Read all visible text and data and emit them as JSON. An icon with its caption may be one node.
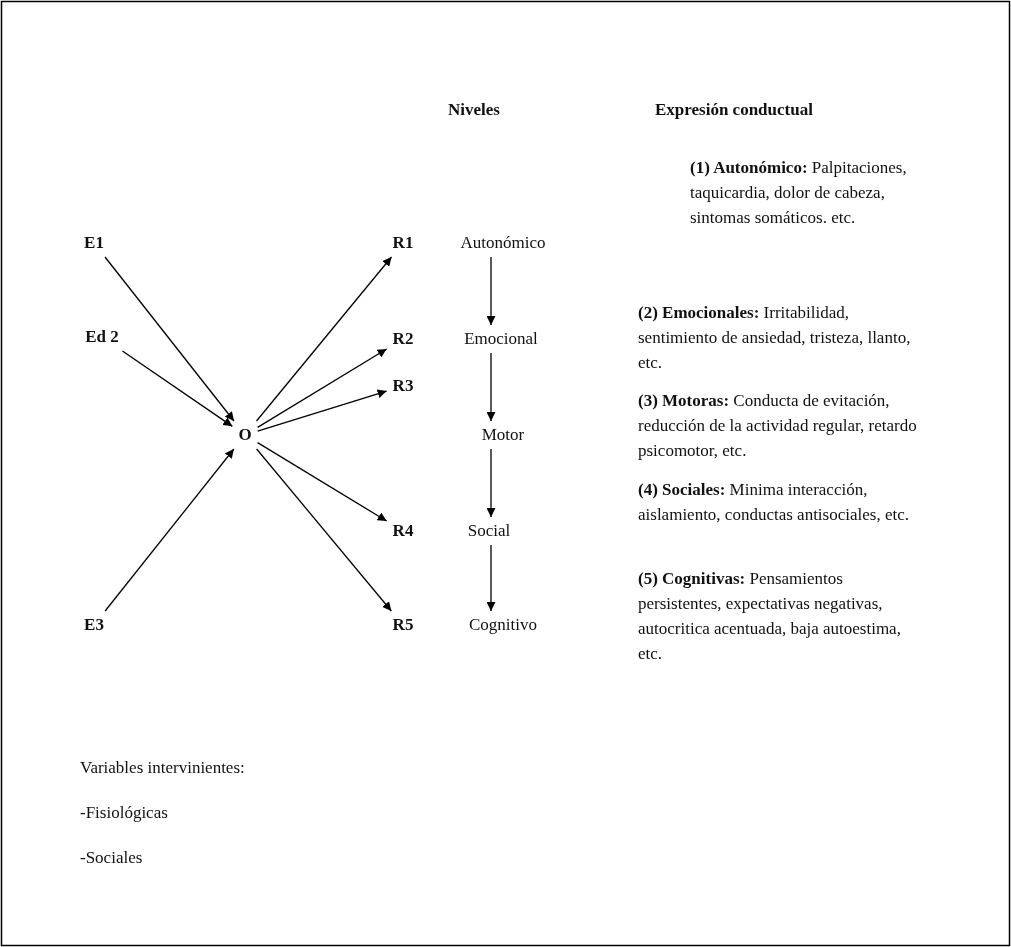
{
  "diagram": {
    "nodes": [
      {
        "text": [
          "E1"
        ]
      },
      {
        "text": [
          "Ed 2"
        ]
      },
      {
        "text": [
          "E3"
        ]
      },
      {
        "text": [
          "O"
        ]
      },
      {
        "text": [
          "R1"
        ]
      },
      {
        "text": [
          "R2"
        ]
      },
      {
        "text": [
          "R3"
        ]
      },
      {
        "text": [
          "R4"
        ]
      },
      {
        "text": [
          "R5"
        ]
      },
      {
        "text": [
          "Autonómico"
        ]
      },
      {
        "text": [
          "Emocional"
        ]
      },
      {
        "text": [
          "Motor"
        ]
      },
      {
        "text": [
          "Social"
        ]
      },
      {
        "text": [
          "Cognitivo"
        ]
      }
    ],
    "edges": [
      {
        "from": 0,
        "to": 3,
        "arrow": "to"
      },
      {
        "from": 1,
        "to": 3,
        "arrow": "to"
      },
      {
        "from": 2,
        "to": 3,
        "arrow": "to"
      },
      {
        "from": 3,
        "to": 4,
        "arrow": "to"
      },
      {
        "from": 3,
        "to": 5,
        "arrow": "to"
      },
      {
        "from": 3,
        "to": 6,
        "arrow": "to"
      },
      {
        "from": 3,
        "to": 7,
        "arrow": "to"
      },
      {
        "from": 3,
        "to": 8,
        "arrow": "to"
      },
      {
        "from": 9,
        "to": 10,
        "arrow": "to"
      },
      {
        "from": 10,
        "to": 11,
        "arrow": "to"
      },
      {
        "from": 11,
        "to": 12,
        "arrow": "to"
      },
      {
        "from": 12,
        "to": 13,
        "arrow": "to"
      }
    ],
    "labels": [
      "Niveles",
      "Expresión conductual",
      "**(1) Autonómico:** Palpitaciones, taquicardia, dolor de cabeza, sintomas somáticos. etc.",
      "**(2) Emocionales:** Irritabilidad, sentimiento de ansiedad, tristeza, llanto, etc.",
      "**(3) Motoras:** Conducta de evitación, reducción de la actividad regular, retardo psicomotor, etc.",
      "**(4) Sociales:** Minima interacción, aislamiento, conductas antisociales, etc.",
      "**(5) Cognitivas:** Pensamientos persistentes, expectativas negativas, autocritica acentuada, baja autoestima, etc.",
      "Variables intervinientes:",
      "-Fisiológicas",
      "-Sociales"
    ]
  }
}
